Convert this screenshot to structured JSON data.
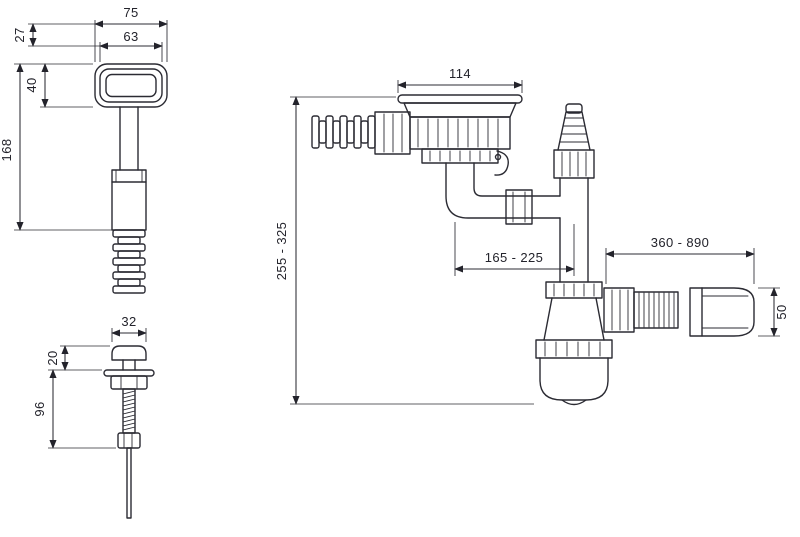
{
  "diagram": {
    "name": "Sink siphon with overflow technical drawing",
    "line_color": "#2b2b33",
    "background": "#ffffff"
  },
  "dims": {
    "overflow_width_outer": "75",
    "overflow_width_inner": "63",
    "overflow_cap_height": "27",
    "overflow_body_height": "40",
    "overflow_total_height": "168",
    "popup_cap_width": "32",
    "popup_cap_height": "20",
    "popup_rod_height": "96",
    "strainer_width": "114",
    "trap_height_range": "255 - 325",
    "trap_offset_range": "165 - 225",
    "outlet_length_range": "360 - 890",
    "outlet_diameter": "50"
  }
}
